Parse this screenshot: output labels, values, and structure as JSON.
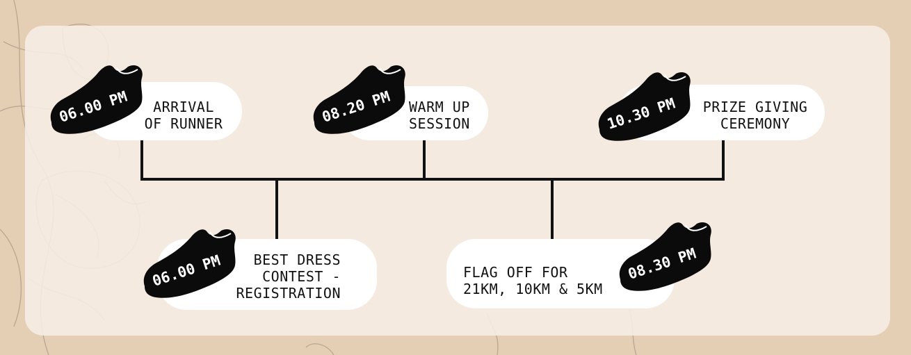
{
  "colors": {
    "background": "#e4cfb5",
    "panel": "#f6eee5",
    "pill": "#ffffff",
    "line": "#111111",
    "shoe": "#0b0b0b",
    "time_text": "#ffffff"
  },
  "events": [
    {
      "time": "06.00 PM",
      "label_line1": "ARRIVAL",
      "label_line2": "OF RUNNER",
      "label_line3": ""
    },
    {
      "time": "08.20 PM",
      "label_line1": "WARM UP",
      "label_line2": "SESSION",
      "label_line3": ""
    },
    {
      "time": "10.30 PM",
      "label_line1": "PRIZE GIVING",
      "label_line2": "CEREMONY",
      "label_line3": ""
    },
    {
      "time": "06.00 PM",
      "label_line1": "BEST DRESS",
      "label_line2": "CONTEST -",
      "label_line3": "REGISTRATION"
    },
    {
      "time": "08.30 PM",
      "label_line1": "FLAG OFF FOR",
      "label_line2": "21KM, 10KM & 5KM",
      "label_line3": ""
    }
  ],
  "icons": {
    "event_marker": "running-shoe-icon",
    "decoration": "floral-illustration"
  }
}
